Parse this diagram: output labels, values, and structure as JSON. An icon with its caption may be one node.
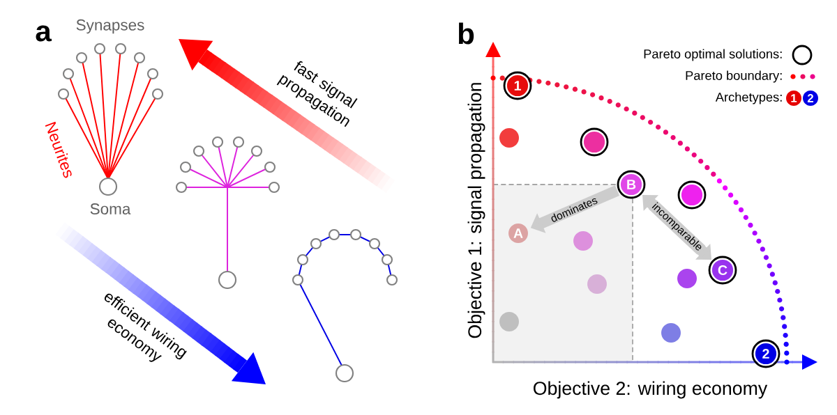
{
  "diagram": {
    "nodes": [
      {
        "text": [
          "1"
        ]
      },
      {
        "text": [],
        "shape": "circle"
      },
      {
        "text": [],
        "shape": "circle"
      },
      {
        "text": [
          "B"
        ]
      },
      {
        "text": [],
        "shape": "circle"
      },
      {
        "text": [
          "A"
        ]
      },
      {
        "text": [],
        "shape": "circle"
      },
      {
        "text": [
          "C"
        ]
      },
      {
        "text": [],
        "shape": "circle"
      },
      {
        "text": [],
        "shape": "circle"
      },
      {
        "text": [],
        "shape": "circle"
      },
      {
        "text": [],
        "shape": "circle"
      },
      {
        "text": [
          "2"
        ]
      }
    ],
    "edges": [
      {
        "from": 3,
        "to": 5,
        "arrow": "to",
        "label": "dominates"
      },
      {
        "from": 3,
        "to": 7,
        "arrow": "both",
        "label": "incomparable"
      }
    ],
    "labels": [
      "a",
      "Synapses",
      "Neurites",
      "Soma",
      "fast signal propagation",
      "efficient wiring economy",
      "b",
      "Objective 1: signal propagation",
      "Objective 2: wiring economy",
      "1",
      "2"
    ],
    "legend": [
      {
        "text": "Pareto optimal solutions:"
      },
      {
        "text": "Pareto boundary:"
      },
      {
        "text": "Archetypes:"
      }
    ]
  }
}
